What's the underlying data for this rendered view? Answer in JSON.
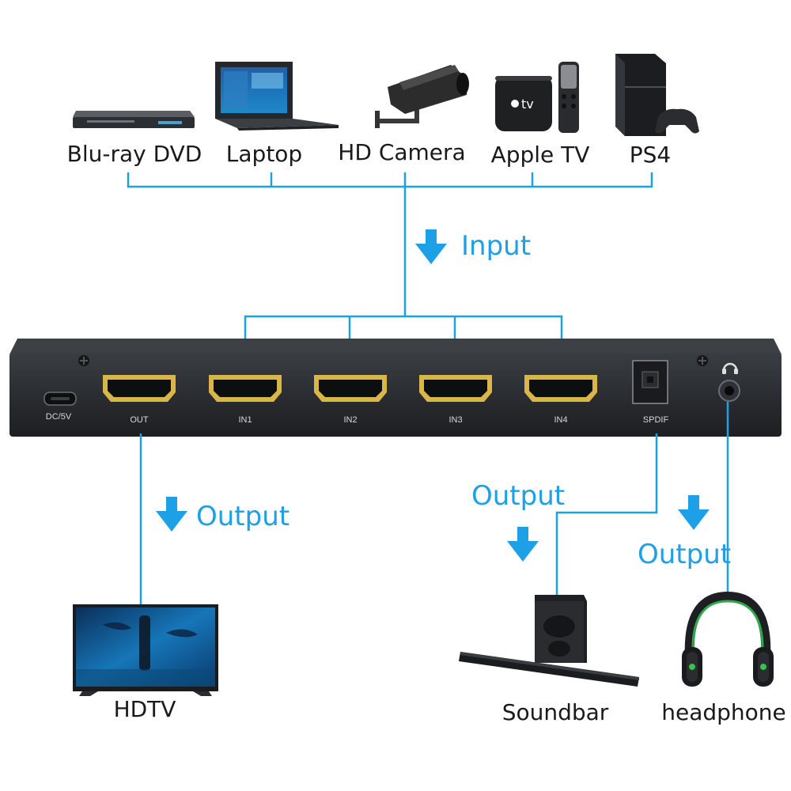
{
  "colors": {
    "accent": "#1ea0e6",
    "device_body": "#2a2d31",
    "hdmi_gold": "#d9b54a",
    "text": "#1a1a1a"
  },
  "sources": {
    "bluray": "Blu-ray DVD",
    "laptop": "Laptop",
    "camera": "HD Camera",
    "appletv": "Apple TV",
    "ps4": "PS4"
  },
  "appletv_logo": "tv",
  "flow": {
    "input": "Input",
    "output_hdtv": "Output",
    "output_soundbar": "Output",
    "output_headphone": "Output"
  },
  "ports": {
    "power": "DC/5V",
    "out": "OUT",
    "in1": "IN1",
    "in2": "IN2",
    "in3": "IN3",
    "in4": "IN4",
    "spdif": "SPDIF"
  },
  "sinks": {
    "hdtv": "HDTV",
    "soundbar": "Soundbar",
    "headphone": "headphone"
  },
  "icons": [
    "bluray-player-icon",
    "laptop-icon",
    "camera-icon",
    "apple-tv-icon",
    "ps4-icon",
    "hdtv-icon",
    "soundbar-icon",
    "headphone-icon",
    "headphone-jack-icon",
    "down-arrow-icon"
  ]
}
